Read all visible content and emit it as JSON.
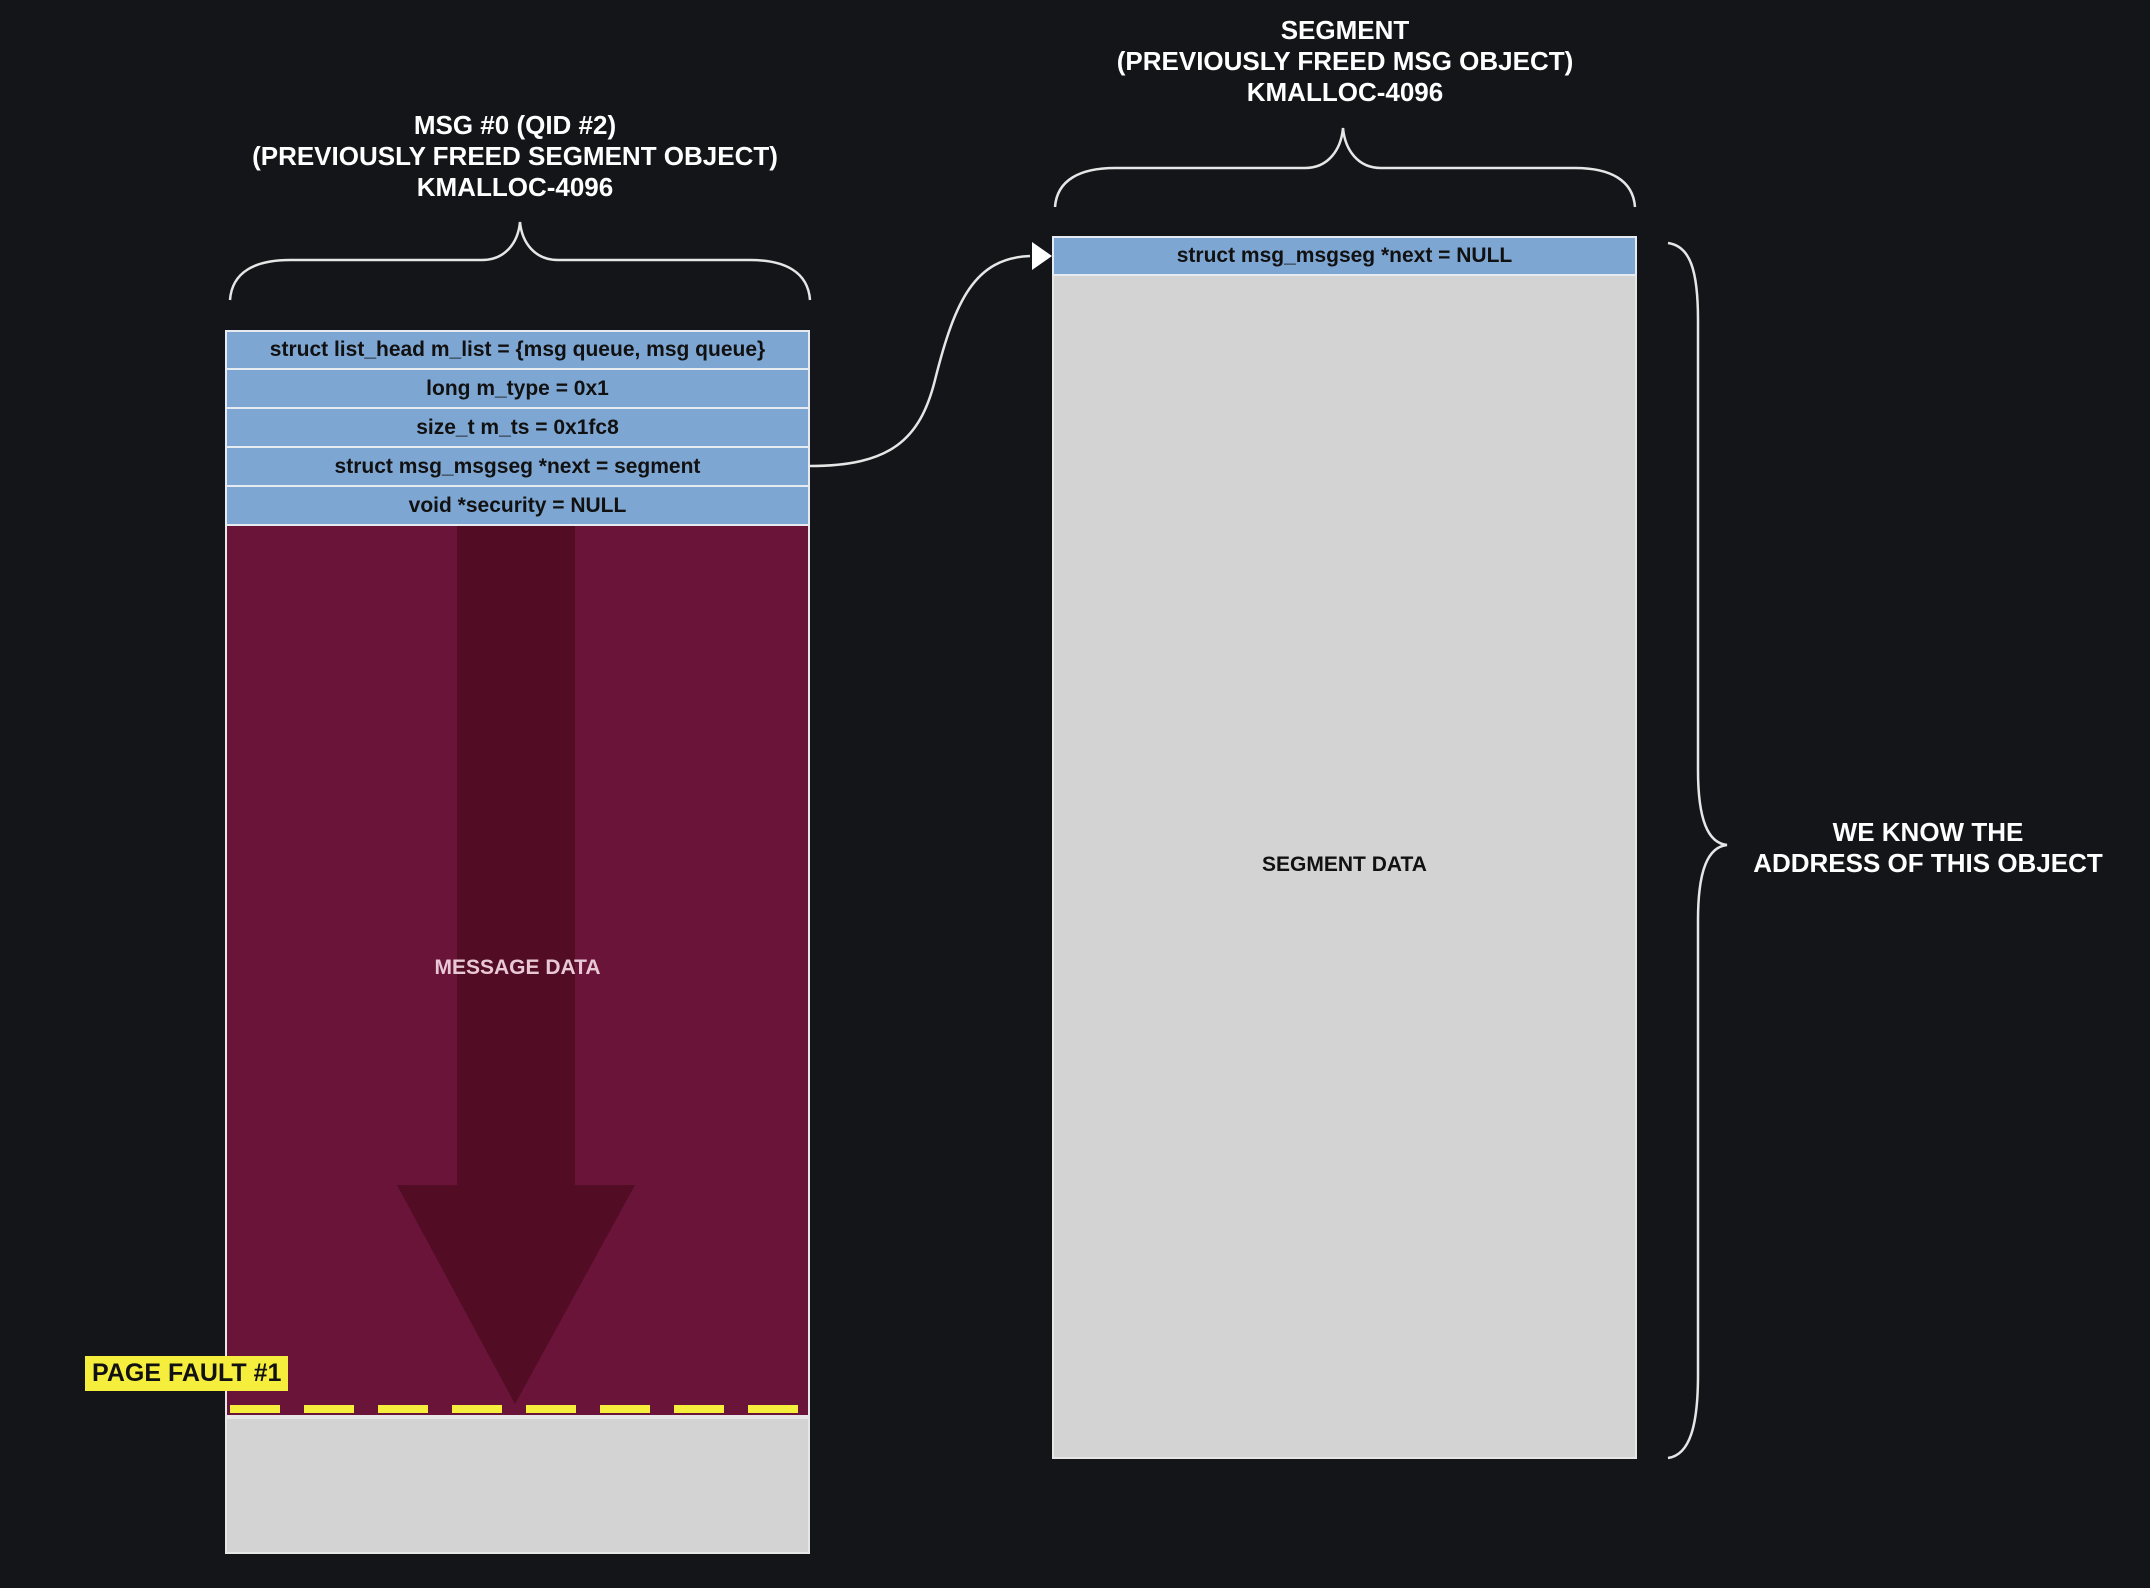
{
  "msg_object": {
    "title": [
      "MSG #0 (QID #2)",
      "(PREVIOUSLY FREED SEGMENT OBJECT)",
      "KMALLOC-4096"
    ],
    "fields": [
      "struct list_head m_list = {msg queue, msg queue}",
      "long m_type = 0x1",
      "size_t m_ts = 0x1fc8",
      "struct msg_msgseg *next = segment",
      "void *security = NULL"
    ],
    "data_label": "MESSAGE DATA",
    "page_fault_label": "PAGE FAULT #1"
  },
  "segment_object": {
    "title": [
      "SEGMENT",
      "(PREVIOUSLY FREED MSG OBJECT)",
      "KMALLOC-4096"
    ],
    "next_field": "struct msg_msgseg *next = NULL",
    "data_label": "SEGMENT DATA"
  },
  "note": [
    "WE KNOW THE",
    "ADDRESS OF THIS OBJECT"
  ],
  "colors": {
    "background": "#131519",
    "field_blue": "#7ea6d3",
    "message_data": "#6a1439",
    "arrow": "#520c24",
    "segment_gray": "#d3d3d3",
    "page_fault_yellow": "#f5ee3c",
    "text_white": "#ffffff"
  }
}
